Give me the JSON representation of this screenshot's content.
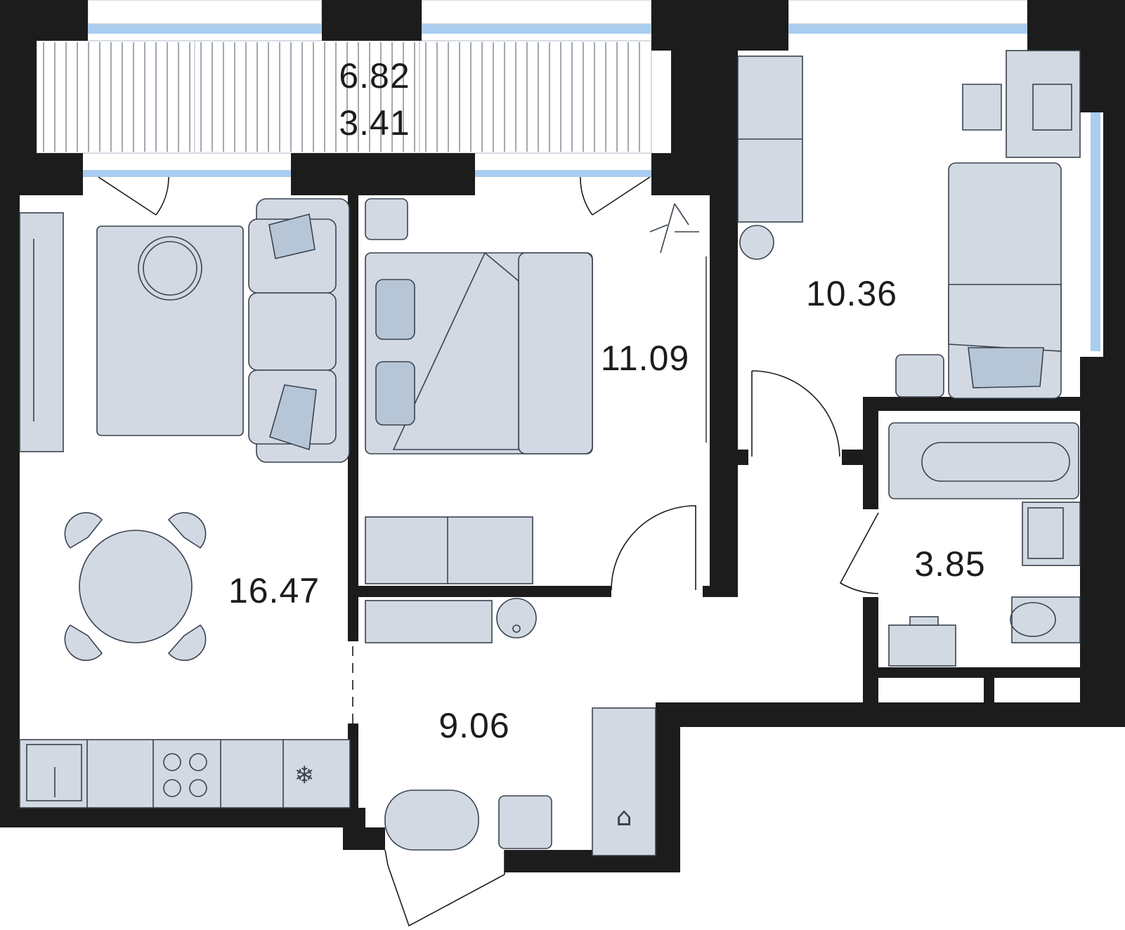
{
  "plan": {
    "rooms": [
      {
        "id": "balcony",
        "area_main": "6.82",
        "area_secondary": "3.41"
      },
      {
        "id": "living-kitchen",
        "area": "16.47"
      },
      {
        "id": "bedroom",
        "area": "11.09"
      },
      {
        "id": "kids-room",
        "area": "10.36"
      },
      {
        "id": "hallway",
        "area": "9.06"
      },
      {
        "id": "bathroom",
        "area": "3.85"
      }
    ]
  },
  "colors": {
    "wall": "#1c1c1c",
    "glass": "#a9cdf0",
    "furniture": "#d2d9e2",
    "textile": "#b7c6d6",
    "outline": "#3a4250"
  }
}
